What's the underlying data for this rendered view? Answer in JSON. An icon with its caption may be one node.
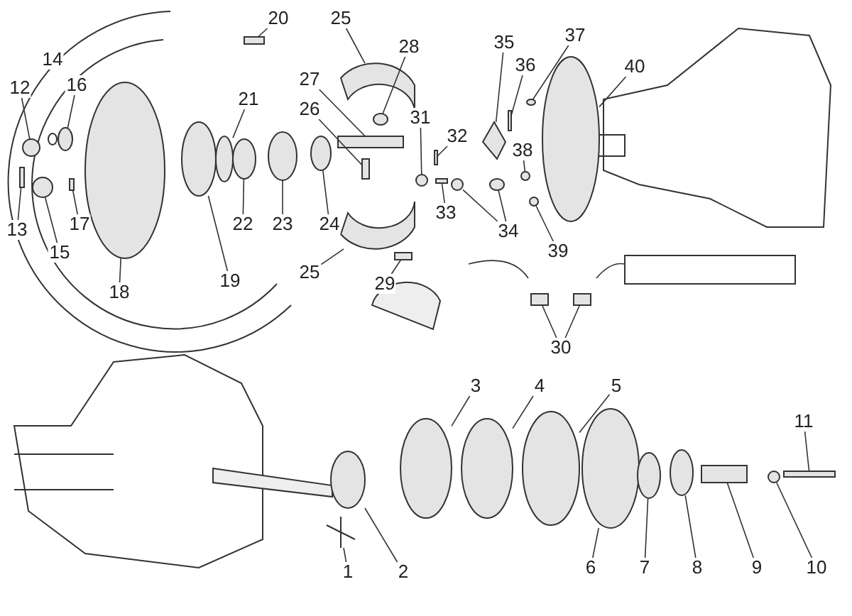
{
  "diagram": {
    "nodes": [
      {
        "text": [
          "1"
        ]
      },
      {
        "text": [
          "2"
        ]
      },
      {
        "text": [
          "3"
        ]
      },
      {
        "text": [
          "4"
        ]
      },
      {
        "text": [
          "5"
        ]
      },
      {
        "text": [
          "6"
        ]
      },
      {
        "text": [
          "7"
        ]
      },
      {
        "text": [
          "8"
        ]
      },
      {
        "text": [
          "9"
        ]
      },
      {
        "text": [
          "10"
        ]
      },
      {
        "text": [
          "11"
        ]
      },
      {
        "text": [
          "12"
        ]
      },
      {
        "text": [
          "13"
        ]
      },
      {
        "text": [
          "14"
        ]
      },
      {
        "text": [
          "15"
        ]
      },
      {
        "text": [
          "16"
        ]
      },
      {
        "text": [
          "17"
        ]
      },
      {
        "text": [
          "18"
        ]
      },
      {
        "text": [
          "19"
        ]
      },
      {
        "text": [
          "20"
        ]
      },
      {
        "text": [
          "21"
        ]
      },
      {
        "text": [
          "22"
        ]
      },
      {
        "text": [
          "23"
        ]
      },
      {
        "text": [
          "24"
        ]
      },
      {
        "text": [
          "25"
        ]
      },
      {
        "text": [
          "25"
        ]
      },
      {
        "text": [
          "26"
        ]
      },
      {
        "text": [
          "27"
        ]
      },
      {
        "text": [
          "28"
        ]
      },
      {
        "text": [
          "29"
        ]
      },
      {
        "text": [
          "30"
        ]
      },
      {
        "text": [
          "31"
        ]
      },
      {
        "text": [
          "32"
        ]
      },
      {
        "text": [
          "33"
        ]
      },
      {
        "text": [
          "34"
        ]
      },
      {
        "text": [
          "35"
        ]
      },
      {
        "text": [
          "36"
        ]
      },
      {
        "text": [
          "37"
        ]
      },
      {
        "text": [
          "38"
        ]
      },
      {
        "text": [
          "39"
        ]
      },
      {
        "text": [
          "40"
        ]
      },
      {
        "text": [],
        "shape": "picture"
      },
      {
        "text": [],
        "shape": "circle"
      },
      {
        "text": [],
        "shape": "circle"
      },
      {
        "text": [],
        "shape": "circle"
      },
      {
        "text": [],
        "shape": "circle"
      },
      {
        "text": [],
        "shape": "circle"
      },
      {
        "text": [],
        "shape": "circle"
      },
      {
        "text": [],
        "shape": "circle"
      },
      {
        "text": [],
        "shape": "box"
      },
      {
        "text": [],
        "shape": "circle"
      },
      {
        "text": [],
        "shape": "bar"
      },
      {
        "text": [],
        "shape": "circle"
      },
      {
        "text": [],
        "shape": "bar"
      },
      {
        "text": [],
        "shape": "circle"
      },
      {
        "text": [],
        "shape": "circle"
      },
      {
        "text": [],
        "shape": "bar"
      },
      {
        "text": [],
        "shape": "circle"
      },
      {
        "text": [],
        "shape": "circle"
      },
      {
        "text": [],
        "shape": "box"
      },
      {
        "text": [],
        "shape": "circle"
      },
      {
        "text": [],
        "shape": "circle"
      },
      {
        "text": [],
        "shape": "circle"
      },
      {
        "text": [],
        "shape": "circle"
      },
      {
        "text": [],
        "shape": "picture"
      },
      {
        "text": [],
        "shape": "picture"
      },
      {
        "text": [],
        "shape": "bar"
      },
      {
        "text": [],
        "shape": "bar"
      },
      {
        "text": [],
        "shape": "circle"
      },
      {
        "text": [],
        "shape": "box"
      },
      {
        "text": [],
        "shape": "box"
      },
      {
        "text": [],
        "shape": "box"
      },
      {
        "text": [],
        "shape": "circle"
      },
      {
        "text": [],
        "shape": "bar"
      },
      {
        "text": [],
        "shape": "bar"
      },
      {
        "text": [],
        "shape": "circle"
      },
      {
        "text": [],
        "shape": "circle"
      },
      {
        "text": [],
        "shape": "diamond"
      },
      {
        "text": [],
        "shape": "bar"
      },
      {
        "text": [],
        "shape": "circle"
      },
      {
        "text": [],
        "shape": "circle"
      },
      {
        "text": [],
        "shape": "circle"
      },
      {
        "text": [],
        "shape": "circle"
      }
    ],
    "edges": [
      {
        "from": 0,
        "to": 41,
        "arrow": "none"
      },
      {
        "from": 1,
        "to": 42,
        "arrow": "none"
      },
      {
        "from": 2,
        "to": 43,
        "arrow": "none"
      },
      {
        "from": 3,
        "to": 44,
        "arrow": "none"
      },
      {
        "from": 4,
        "to": 45,
        "arrow": "none"
      },
      {
        "from": 5,
        "to": 46,
        "arrow": "none"
      },
      {
        "from": 6,
        "to": 47,
        "arrow": "none"
      },
      {
        "from": 7,
        "to": 48,
        "arrow": "none"
      },
      {
        "from": 8,
        "to": 49,
        "arrow": "none"
      },
      {
        "from": 9,
        "to": 50,
        "arrow": "none"
      },
      {
        "from": 10,
        "to": 51,
        "arrow": "none"
      },
      {
        "from": 11,
        "to": 52,
        "arrow": "none"
      },
      {
        "from": 12,
        "to": 53,
        "arrow": "none"
      },
      {
        "from": 14,
        "to": 54,
        "arrow": "none"
      },
      {
        "from": 15,
        "to": 55,
        "arrow": "none"
      },
      {
        "from": 16,
        "to": 56,
        "arrow": "none"
      },
      {
        "from": 17,
        "to": 57,
        "arrow": "none"
      },
      {
        "from": 18,
        "to": 58,
        "arrow": "none"
      },
      {
        "from": 19,
        "to": 59,
        "arrow": "none"
      },
      {
        "from": 20,
        "to": 60,
        "arrow": "none"
      },
      {
        "from": 21,
        "to": 61,
        "arrow": "none"
      },
      {
        "from": 22,
        "to": 62,
        "arrow": "none"
      },
      {
        "from": 23,
        "to": 63,
        "arrow": "none"
      },
      {
        "from": 24,
        "to": 64,
        "arrow": "none"
      },
      {
        "from": 25,
        "to": 65,
        "arrow": "none"
      },
      {
        "from": 26,
        "to": 66,
        "arrow": "none"
      },
      {
        "from": 27,
        "to": 67,
        "arrow": "none"
      },
      {
        "from": 28,
        "to": 68,
        "arrow": "none"
      },
      {
        "from": 29,
        "to": 69,
        "arrow": "none"
      },
      {
        "from": 30,
        "to": 70,
        "arrow": "none"
      },
      {
        "from": 30,
        "to": 71,
        "arrow": "none"
      },
      {
        "from": 31,
        "to": 72,
        "arrow": "none"
      },
      {
        "from": 32,
        "to": 73,
        "arrow": "none"
      },
      {
        "from": 33,
        "to": 74,
        "arrow": "none"
      },
      {
        "from": 34,
        "to": 75,
        "arrow": "none"
      },
      {
        "from": 34,
        "to": 76,
        "arrow": "none"
      },
      {
        "from": 35,
        "to": 77,
        "arrow": "none"
      },
      {
        "from": 36,
        "to": 78,
        "arrow": "none"
      },
      {
        "from": 37,
        "to": 79,
        "arrow": "none"
      },
      {
        "from": 38,
        "to": 80,
        "arrow": "none"
      },
      {
        "from": 39,
        "to": 81,
        "arrow": "none"
      },
      {
        "from": 40,
        "to": 82,
        "arrow": "none"
      }
    ]
  }
}
